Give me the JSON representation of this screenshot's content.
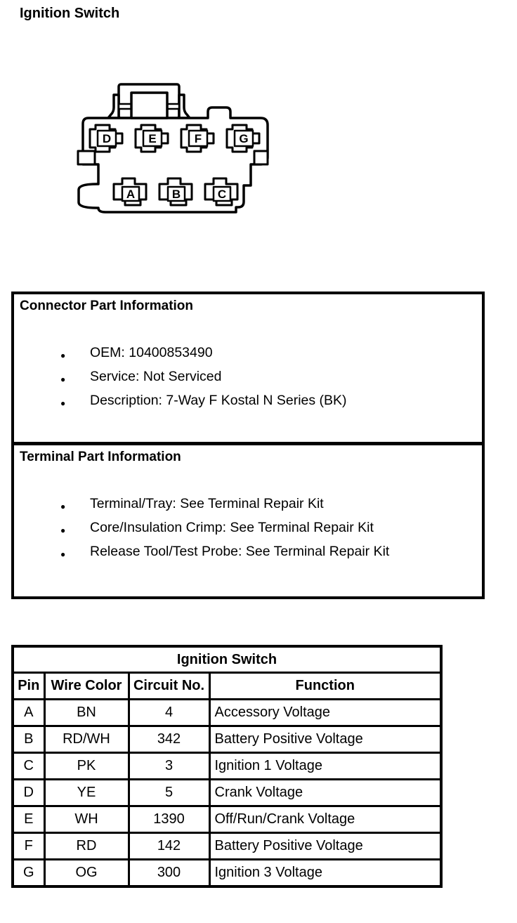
{
  "page_title": "Ignition Switch",
  "connector_diagram": {
    "top_row_pins": [
      "D",
      "E",
      "F",
      "G"
    ],
    "bottom_row_pins": [
      "A",
      "B",
      "C"
    ]
  },
  "connector_part_information": {
    "title": "Connector Part Information",
    "items": [
      "OEM: 10400853490",
      "Service: Not Serviced",
      "Description: 7-Way F Kostal N Series (BK)"
    ]
  },
  "terminal_part_information": {
    "title": "Terminal Part Information",
    "items": [
      "Terminal/Tray: See Terminal Repair Kit",
      "Core/Insulation Crimp: See Terminal Repair Kit",
      "Release Tool/Test Probe: See Terminal Repair Kit"
    ]
  },
  "pinout_table": {
    "title": "Ignition Switch",
    "columns": [
      "Pin",
      "Wire Color",
      "Circuit No.",
      "Function"
    ],
    "rows": [
      [
        "A",
        "BN",
        "4",
        "Accessory Voltage"
      ],
      [
        "B",
        "RD/WH",
        "342",
        "Battery Positive Voltage"
      ],
      [
        "C",
        "PK",
        "3",
        "Ignition 1 Voltage"
      ],
      [
        "D",
        "YE",
        "5",
        "Crank Voltage"
      ],
      [
        "E",
        "WH",
        "1390",
        "Off/Run/Crank Voltage"
      ],
      [
        "F",
        "RD",
        "142",
        "Battery Positive Voltage"
      ],
      [
        "G",
        "OG",
        "300",
        "Ignition 3 Voltage"
      ]
    ]
  },
  "colors": {
    "foreground": "#000000",
    "background": "#ffffff"
  }
}
